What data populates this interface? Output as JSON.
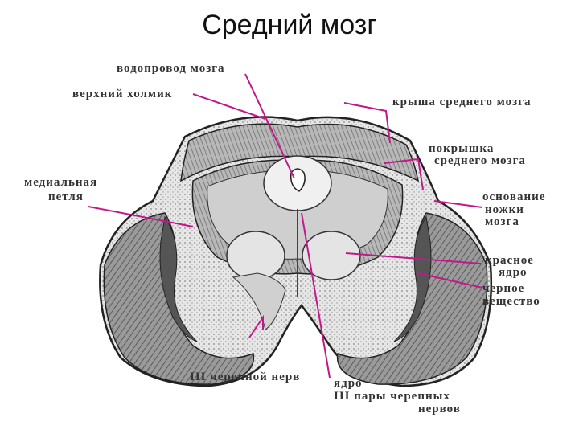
{
  "title": "Средний мозг",
  "labels": {
    "aqueduct": "водопровод мозга",
    "superior_colliculus": "верхний холмик",
    "tectum": "крыша среднего мозга",
    "tegmentum_1": "покрышка",
    "tegmentum_2": "среднего мозга",
    "medial_lemniscus_1": "медиальная",
    "medial_lemniscus_2": "петля",
    "base_1": "основание",
    "base_2": "ножки",
    "base_3": "мозга",
    "red_nucleus_1": "красное",
    "red_nucleus_2": "ядро",
    "substantia_nigra_1": "черное",
    "substantia_nigra_2": "вещество",
    "cn3_nerve": "III черепной нерв",
    "cn3_nucleus_1": "ядро",
    "cn3_nucleus_2": "III пары черепных",
    "cn3_nucleus_3": "нервов"
  },
  "colors": {
    "leader_line": "#c2188b",
    "outline": "#222222",
    "dark_tissue": "#7a7a7a",
    "light_tissue": "#d9d9d9"
  }
}
